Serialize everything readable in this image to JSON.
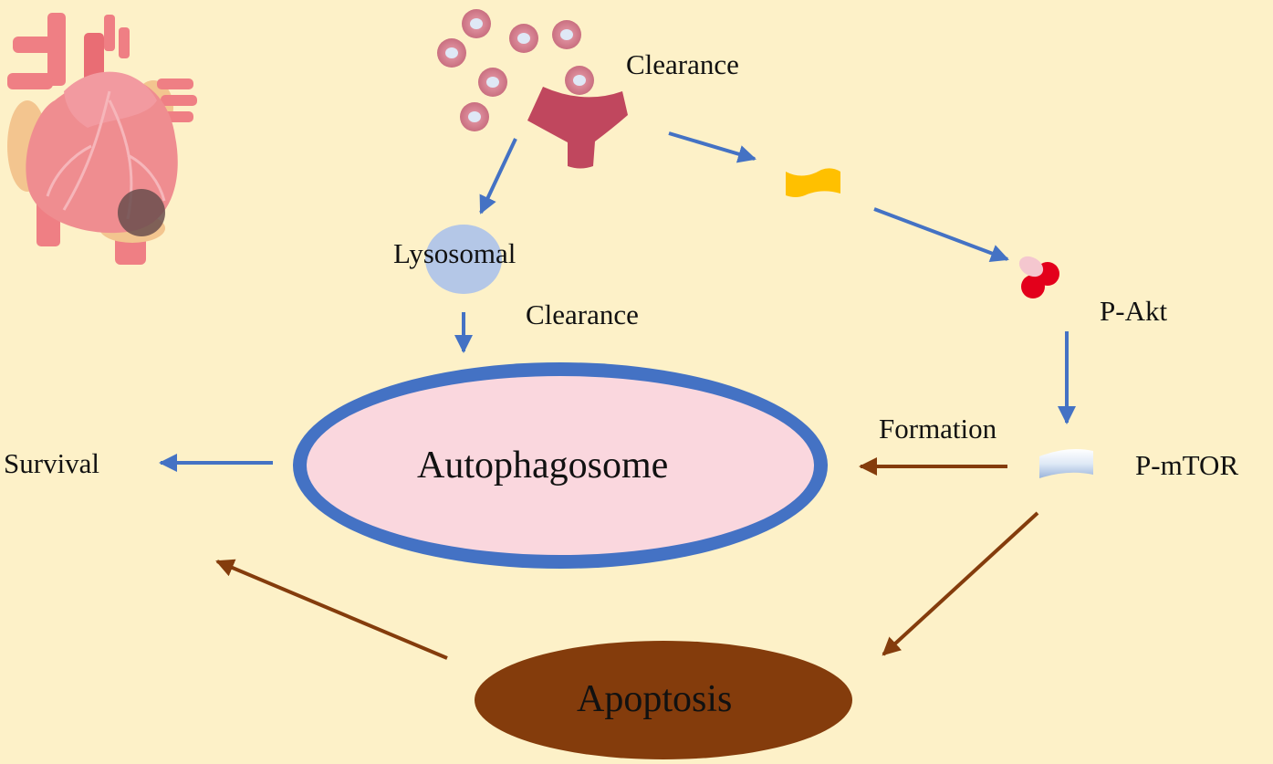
{
  "labels": {
    "clearance_top": "Clearance",
    "lysosomal": "Lysosomal",
    "clearance_mid": "Clearance",
    "p_akt": "P-Akt",
    "formation": "Formation",
    "p_mtor": "P-mTOR",
    "survival": "Survival",
    "autophagosome": "Autophagosome",
    "apoptosis": "Apoptosis"
  },
  "colors": {
    "background": "#fdf1c8",
    "blue_arrow": "#4472c4",
    "brown_arrow": "#843c0c",
    "autophagosome_ring": "#4472c4",
    "autophagosome_fill": "#fad7de",
    "apoptosis_fill": "#843c0c",
    "lysosome_fill": "#b4c7e7",
    "receptor": "#c0475e",
    "cell": "#d98392",
    "yellow_protein": "#ffc000",
    "akt_red": "#e3001b",
    "heart": "#ef8d90"
  },
  "icons": [
    "heart-icon",
    "cell-icon",
    "receptor-icon",
    "protein-icon",
    "akt-icon",
    "mtor-icon"
  ]
}
